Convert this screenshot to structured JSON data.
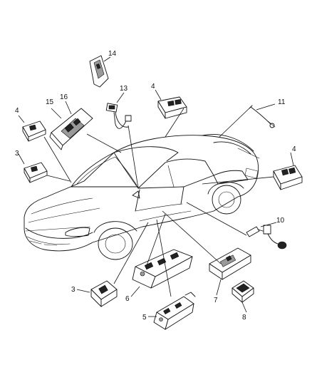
{
  "callouts": [
    {
      "id": "c1",
      "label": "14"
    },
    {
      "id": "c2",
      "label": "13"
    },
    {
      "id": "c3",
      "label": "4"
    },
    {
      "id": "c4",
      "label": "16"
    },
    {
      "id": "c5",
      "label": "15"
    },
    {
      "id": "c6",
      "label": "4"
    },
    {
      "id": "c7",
      "label": "11"
    },
    {
      "id": "c8",
      "label": "3"
    },
    {
      "id": "c9",
      "label": "4"
    },
    {
      "id": "c10",
      "label": "10"
    },
    {
      "id": "c11",
      "label": "3"
    },
    {
      "id": "c12",
      "label": "6"
    },
    {
      "id": "c13",
      "label": "7"
    },
    {
      "id": "c14",
      "label": "5"
    },
    {
      "id": "c15",
      "label": "8"
    }
  ]
}
